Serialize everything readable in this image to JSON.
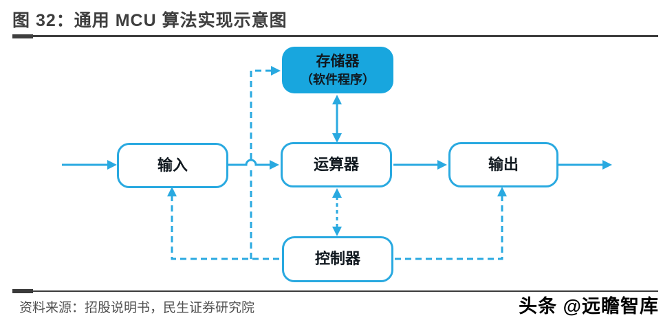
{
  "figure": {
    "title": "图 32：通用 MCU 算法实现示意图",
    "nodes": {
      "memory": {
        "label": "存储器",
        "sublabel": "（软件程序）",
        "style": "filled"
      },
      "input": {
        "label": "输入",
        "style": "outlined"
      },
      "alu": {
        "label": "运算器",
        "style": "outlined"
      },
      "output": {
        "label": "输出",
        "style": "outlined"
      },
      "controller": {
        "label": "控制器",
        "style": "outlined"
      }
    },
    "edges": [
      {
        "from": "outside-left",
        "to": "input",
        "style": "solid"
      },
      {
        "from": "input",
        "to": "alu",
        "style": "solid"
      },
      {
        "from": "alu",
        "to": "output",
        "style": "solid"
      },
      {
        "from": "output",
        "to": "outside-right",
        "style": "solid"
      },
      {
        "from": "memory",
        "to": "alu",
        "style": "solid-bidirectional"
      },
      {
        "from": "alu",
        "to": "controller",
        "style": "dashed-bidirectional"
      },
      {
        "from": "controller",
        "to": "input",
        "style": "dashed"
      },
      {
        "from": "controller",
        "to": "memory",
        "style": "dashed"
      },
      {
        "from": "controller",
        "to": "output",
        "style": "dashed"
      }
    ]
  },
  "colors": {
    "accent": "#29A9E0",
    "memory_fill": "#18A6DE",
    "title_text": "#3E3E3E",
    "source_text": "#4F4F4F"
  },
  "footer": {
    "source": "资料来源：招股说明书，民生证券研究院",
    "watermark": "头条 @远瞻智库"
  }
}
